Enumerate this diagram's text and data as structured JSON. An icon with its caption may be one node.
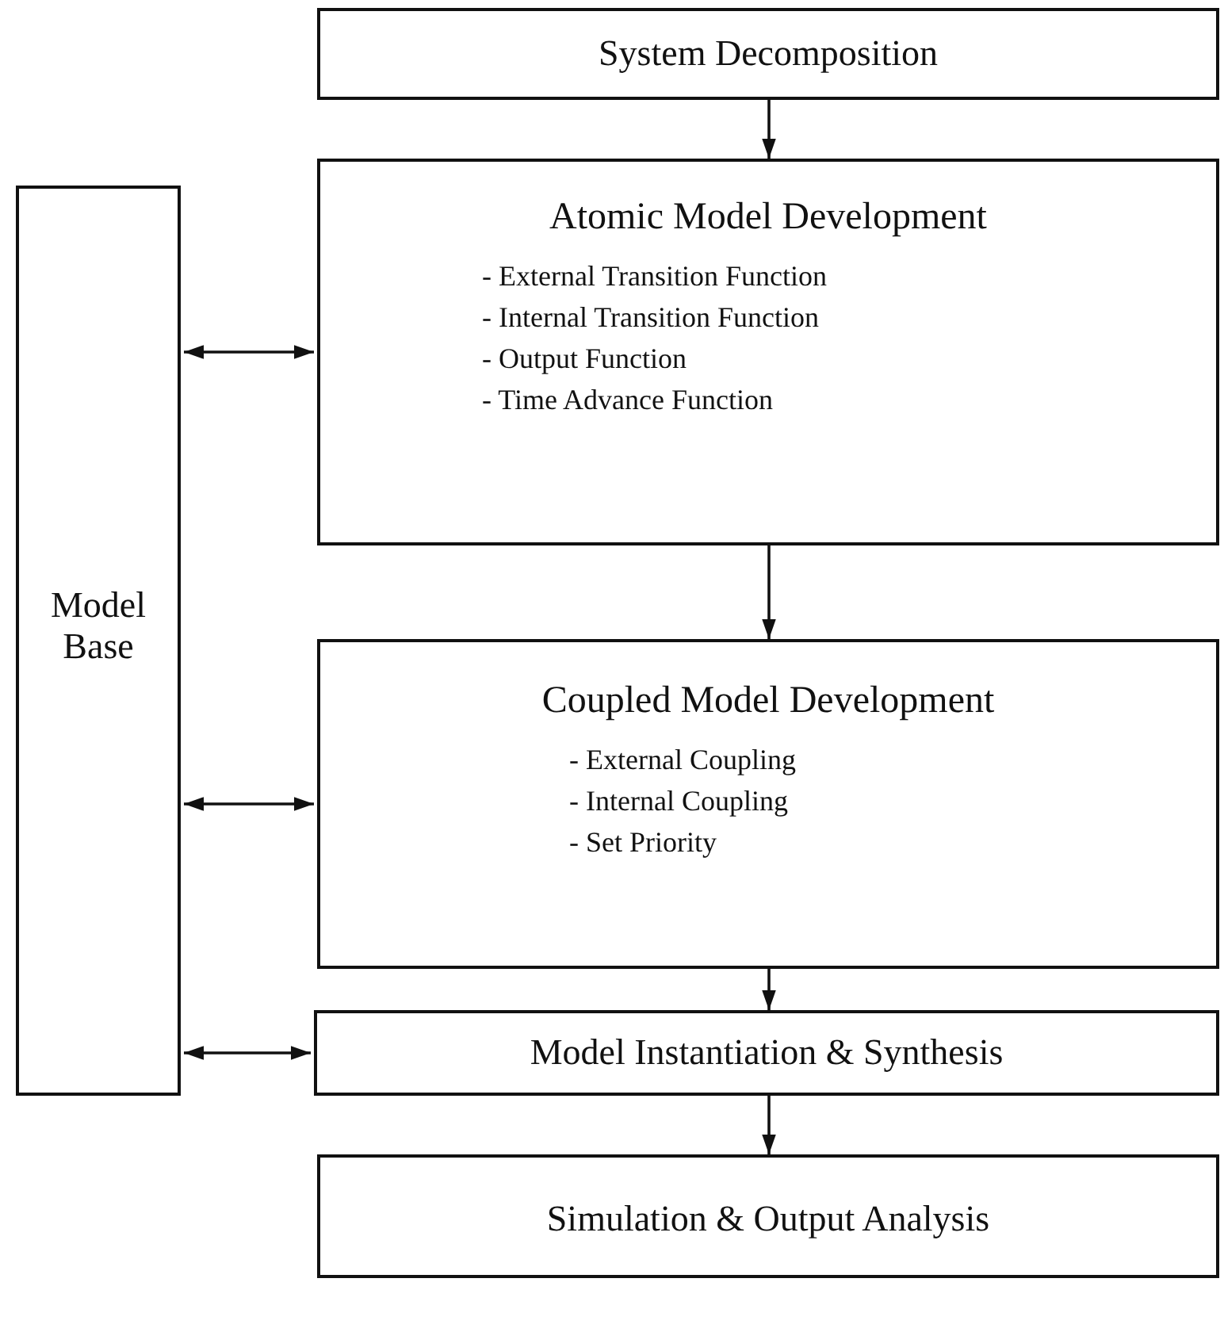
{
  "diagram": {
    "nodes": [
      {
        "text": [
          "System Decomposition"
        ]
      },
      {
        "text": [
          "Atomic Model Development",
          "- External Transition Function",
          "- Internal Transition Function",
          "- Output Function",
          "- Time Advance Function"
        ]
      },
      {
        "text": [
          "Coupled Model Development",
          "- External Coupling",
          "- Internal Coupling",
          "- Set Priority"
        ]
      },
      {
        "text": [
          "Model Instantiation & Synthesis"
        ]
      },
      {
        "text": [
          "Simulation & Output Analysis"
        ]
      },
      {
        "text": [
          "Model Base"
        ]
      }
    ],
    "edges": [
      {
        "from": 0,
        "to": 1,
        "arrow": "to"
      },
      {
        "from": 1,
        "to": 2,
        "arrow": "to"
      },
      {
        "from": 2,
        "to": 3,
        "arrow": "to"
      },
      {
        "from": 3,
        "to": 4,
        "arrow": "to"
      },
      {
        "from": 5,
        "to": 1,
        "arrow": "both"
      },
      {
        "from": 5,
        "to": 2,
        "arrow": "both"
      },
      {
        "from": 5,
        "to": 3,
        "arrow": "both"
      }
    ]
  }
}
